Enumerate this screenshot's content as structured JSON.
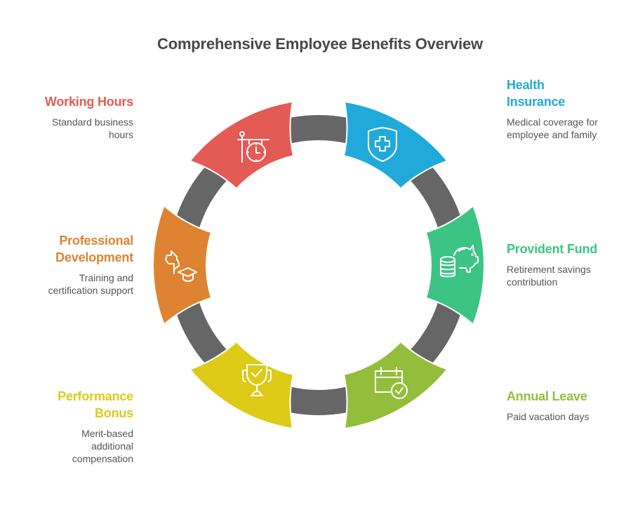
{
  "title": "Comprehensive Employee Benefits Overview",
  "colors": {
    "connector": "#666666",
    "title": "#484848",
    "description": "#555555"
  },
  "items": [
    {
      "id": "working-hours",
      "title": "Working Hours",
      "description": "Standard business hours",
      "color": "#E45A55",
      "icon": "hanging-clock-sign-icon",
      "side": "left"
    },
    {
      "id": "health-insurance",
      "title": "Health Insurance",
      "description": "Medical coverage for employee and family",
      "color": "#21AAD9",
      "icon": "shield-medical-cross-icon",
      "side": "right"
    },
    {
      "id": "provident-fund",
      "title": "Provident Fund",
      "description": "Retirement savings contribution",
      "color": "#3CC484",
      "icon": "piggy-bank-coins-icon",
      "side": "right"
    },
    {
      "id": "annual-leave",
      "title": "Annual Leave",
      "description": "Paid vacation days",
      "color": "#93BE3B",
      "icon": "calendar-check-icon",
      "side": "right"
    },
    {
      "id": "performance-bonus",
      "title": "Performance Bonus",
      "description": "Merit-based additional compensation",
      "color": "#DDCB18",
      "icon": "trophy-check-icon",
      "side": "left"
    },
    {
      "id": "professional-development",
      "title": "Professional Development",
      "description": "Training and certification support",
      "color": "#DE8331",
      "icon": "presentation-graduation-cap-icon",
      "side": "left"
    }
  ]
}
